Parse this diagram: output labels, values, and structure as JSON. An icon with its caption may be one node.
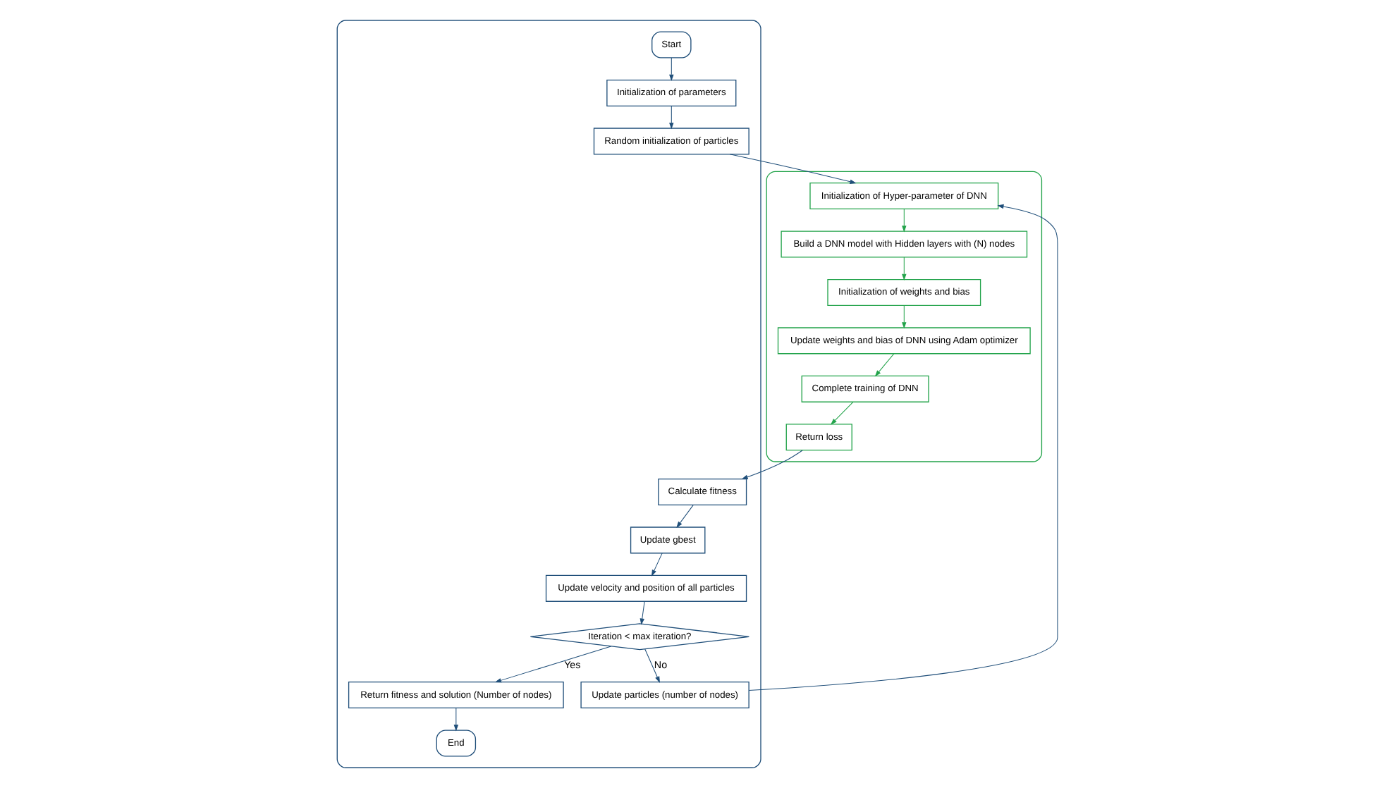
{
  "diagram": {
    "nodes": [
      {
        "text": [],
        "shape": "box"
      },
      {
        "text": [],
        "shape": "box"
      },
      {
        "text": [
          "Start"
        ],
        "in": 0
      },
      {
        "text": [
          "Initialization of parameters"
        ],
        "in": 0
      },
      {
        "text": [
          "Random initialization of particles"
        ],
        "in": 0
      },
      {
        "text": [
          "Update particles (number of nodes)"
        ],
        "in": 0
      },
      {
        "text": [
          "Iteration < max iteration?"
        ],
        "in": 0
      },
      {
        "text": [
          "Update velocity and position of all particles"
        ],
        "in": 0
      },
      {
        "text": [
          "Update gbest"
        ],
        "in": 0
      },
      {
        "text": [
          "Calculate fitness"
        ],
        "in": 0
      },
      {
        "text": [
          "Return fitness and solution (Number of nodes)"
        ],
        "in": 0
      },
      {
        "text": [
          "End"
        ],
        "in": 0
      },
      {
        "text": [
          "Initialization of Hyper-parameter of DNN"
        ],
        "in": 1
      },
      {
        "text": [
          "Build a DNN model with Hidden layers with (N) nodes"
        ],
        "in": 1
      },
      {
        "text": [
          "Initialization of weights and bias"
        ],
        "in": 1
      },
      {
        "text": [
          "Update weights and bias of DNN using Adam optimizer"
        ],
        "in": 1
      },
      {
        "text": [
          "Complete training of DNN"
        ],
        "in": 1
      },
      {
        "text": [
          "Return loss"
        ],
        "in": 1
      }
    ],
    "edges": [
      {
        "from": 2,
        "to": 3,
        "arrow": "to"
      },
      {
        "from": 3,
        "to": 4,
        "arrow": "to"
      },
      {
        "from": 4,
        "to": 12,
        "arrow": "to"
      },
      {
        "from": 5,
        "to": 12,
        "arrow": "to"
      },
      {
        "from": 12,
        "to": 13,
        "arrow": "to",
        "color": "#22a34a"
      },
      {
        "from": 13,
        "to": 14,
        "arrow": "to",
        "color": "#22a34a"
      },
      {
        "from": 14,
        "to": 15,
        "arrow": "to",
        "color": "#22a34a"
      },
      {
        "from": 15,
        "to": 16,
        "arrow": "to",
        "color": "#22a34a"
      },
      {
        "from": 16,
        "to": 17,
        "arrow": "to",
        "color": "#22a34a"
      },
      {
        "from": 17,
        "to": 9,
        "arrow": "to"
      },
      {
        "from": 9,
        "to": 8,
        "arrow": "to"
      },
      {
        "from": 8,
        "to": 7,
        "arrow": "to"
      },
      {
        "from": 7,
        "to": 6,
        "arrow": "to"
      },
      {
        "from": 6,
        "to": 5,
        "arrow": "to",
        "label": "No"
      },
      {
        "from": 6,
        "to": 10,
        "arrow": "to",
        "label": "Yes"
      },
      {
        "from": 10,
        "to": 11,
        "arrow": "to"
      }
    ]
  }
}
